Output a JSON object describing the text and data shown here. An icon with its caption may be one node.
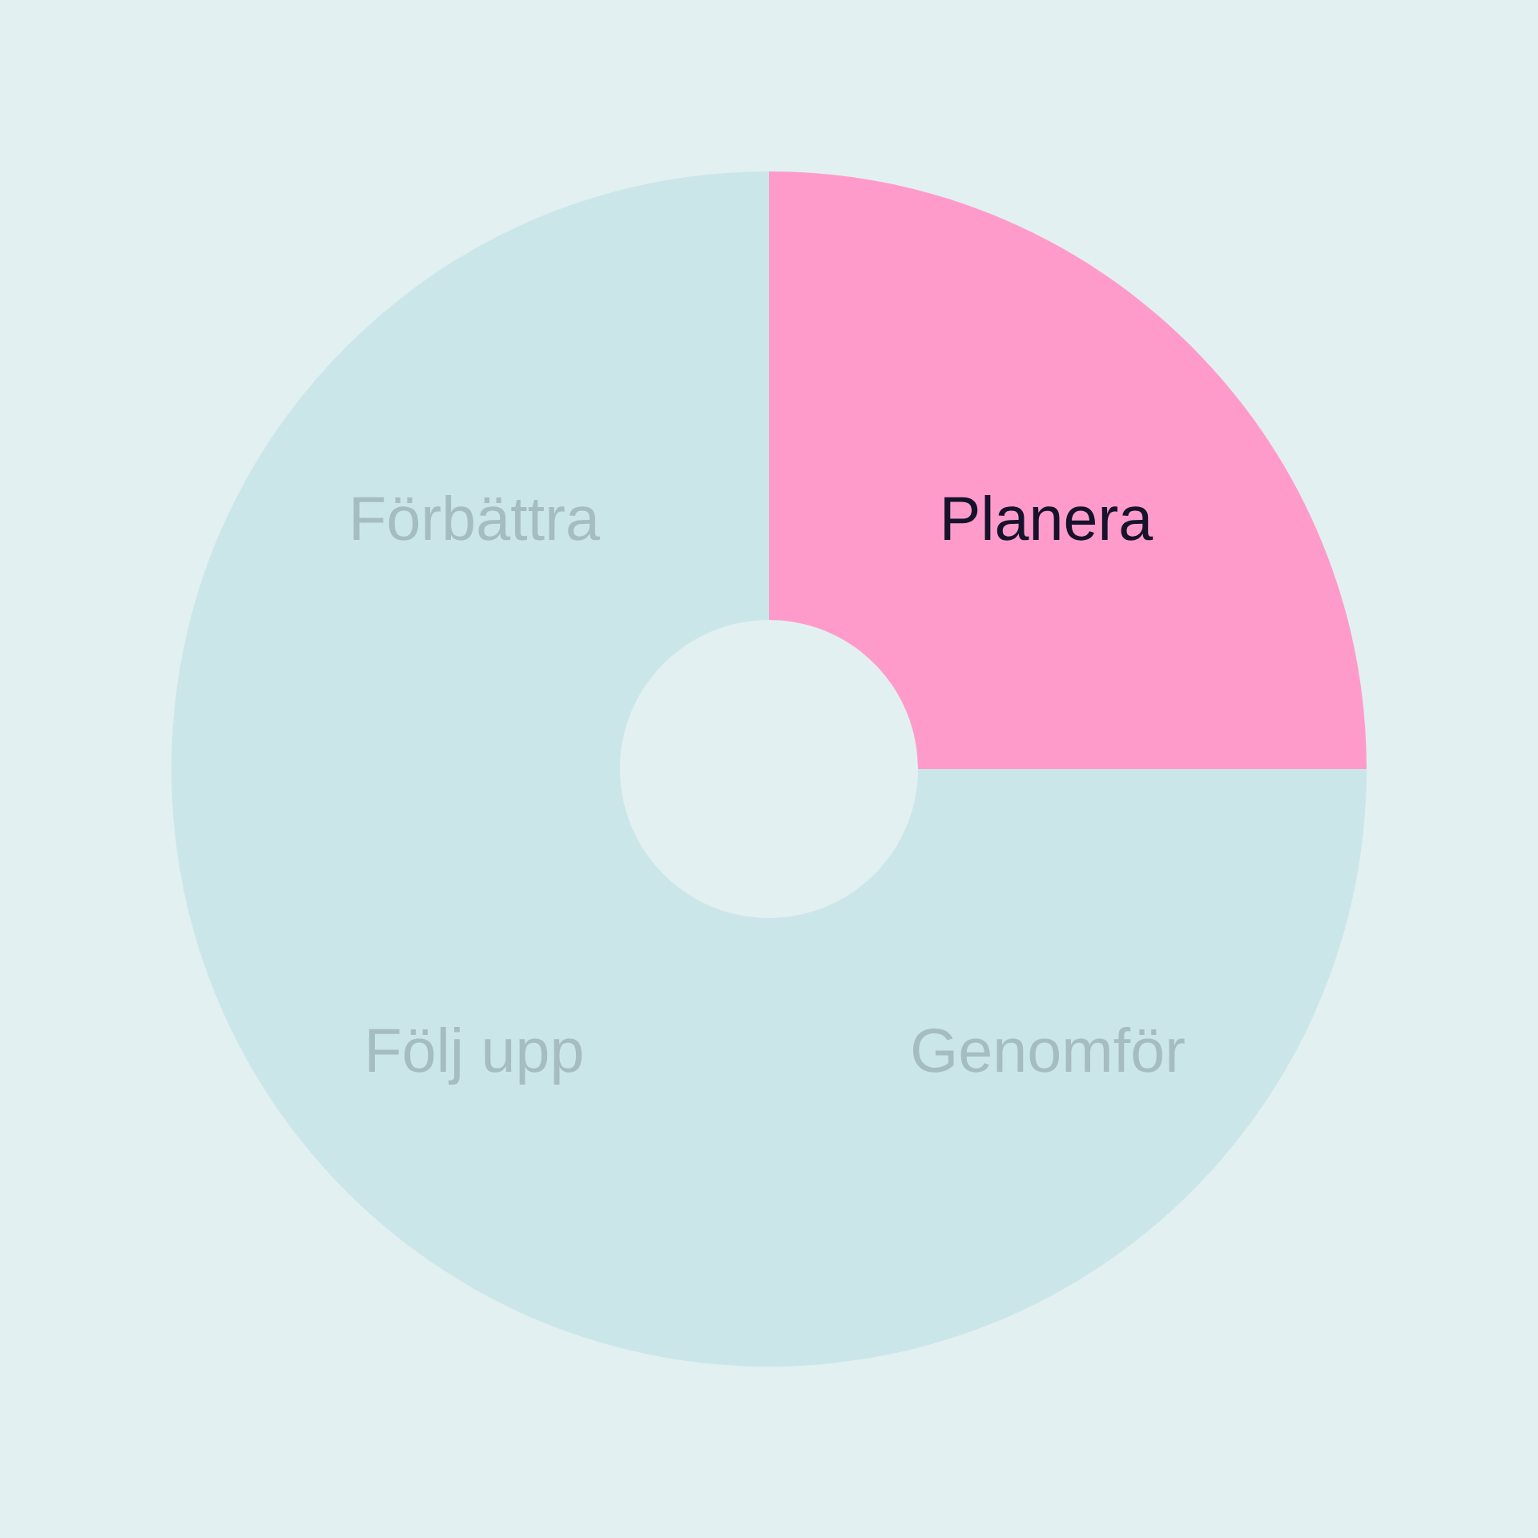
{
  "diagram": {
    "nodes": [
      {
        "text": [
          "Förbättra"
        ]
      },
      {
        "text": [
          "Planera"
        ]
      },
      {
        "text": [
          "Följ upp"
        ]
      },
      {
        "text": [
          "Genomför"
        ]
      }
    ]
  }
}
